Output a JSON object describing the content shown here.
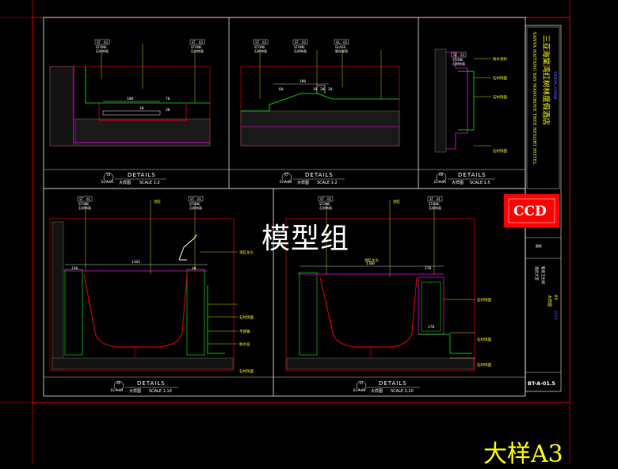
{
  "watermark": "模型组",
  "sheet_label": "大样A3",
  "colors": {
    "frame": "#ff0000",
    "panel": "#ffffff",
    "leader": "#ffff00",
    "fill": "#00ff00",
    "wall": "#ff00ff",
    "brand": "#ff0000"
  },
  "details": [
    {
      "id": "d1",
      "number": "10",
      "ref": "EL-A-05",
      "title": "DETAILS",
      "name": "大样图",
      "scale": "SCALE  1:2",
      "tag1": {
        "a": "ST",
        "b": "03",
        "c": "STONE",
        "d": "石材饰面"
      },
      "tag2": {
        "a": "ST",
        "b": "03",
        "c": "STONE",
        "d": "石材饰面"
      },
      "dims": [
        "100",
        "20",
        "70",
        "30"
      ]
    },
    {
      "id": "d2",
      "number": "07",
      "ref": "EL-A-04",
      "title": "DETAILS",
      "name": "大样图",
      "scale": "SCALE  1:2",
      "tag1": {
        "a": "ST",
        "b": "03",
        "c": "STONE",
        "d": "石材饰面"
      },
      "tag2": {
        "a": "ST",
        "b": "03",
        "c": "STONE",
        "d": "石材饰面"
      },
      "tag3": {
        "a": "GL",
        "b": "03",
        "c": "GLASS",
        "d": "钢化玻璃"
      },
      "dims": [
        "180",
        "10",
        "20",
        "10",
        "60"
      ]
    },
    {
      "id": "d3",
      "number": "08",
      "ref": "EL-A-05",
      "title": "DETAILS",
      "name": "大样图",
      "scale": "SCALE  1:5",
      "tag1": {
        "a": "ST",
        "b": "03",
        "c": "STONE",
        "d": "石材饰面"
      },
      "notes": [
        "防水涂料",
        "石材饰面",
        "石材饰面",
        "石材饰面"
      ]
    },
    {
      "id": "d4",
      "number": "09",
      "ref": "EL-A-03",
      "title": "DETAILS",
      "name": "大样图",
      "scale": "SCALE  1:10",
      "tag1": {
        "a": "ST",
        "b": "01",
        "c": "STONE",
        "d": "石材饰面"
      },
      "tag2": {
        "a": "ST",
        "b": "01",
        "c": "STONE",
        "d": "石材饰面"
      },
      "notes": [
        "浴缸",
        "浴缸龙头",
        "石材饰面",
        "不锈钢",
        "防水层",
        "石材饰面"
      ],
      "dims": [
        "1101",
        "150",
        "30"
      ]
    },
    {
      "id": "d5",
      "number": "10",
      "ref": "EL-A-03",
      "title": "DETAILS",
      "name": "大样图",
      "scale": "SCALE  1:10",
      "tag1": {
        "a": "ST",
        "b": "01",
        "c": "STONE",
        "d": "石材饰面"
      },
      "tag2": {
        "a": "ST",
        "b": "01",
        "c": "STONE",
        "d": "石材饰面"
      },
      "notes": [
        "浴缸",
        "石材饰面",
        "浴缸龙头",
        "石材饰面",
        "石材饰面"
      ],
      "dims": [
        "1160",
        "270",
        "170"
      ]
    }
  ],
  "title_block": {
    "project_cn": "三亚海棠湾红树林度假酒店",
    "project_en": "SANYA HAITANG BAY MANGROVE TREE RESORT HOTEL",
    "city": "SANYA, CHINA",
    "logo": "CCD",
    "stamp": "图纸",
    "sheet_no": "BT-A-01.5",
    "rows": [
      "酒店大堂",
      "客房卫生间",
      "大样图",
      "A3",
      "2013"
    ]
  }
}
